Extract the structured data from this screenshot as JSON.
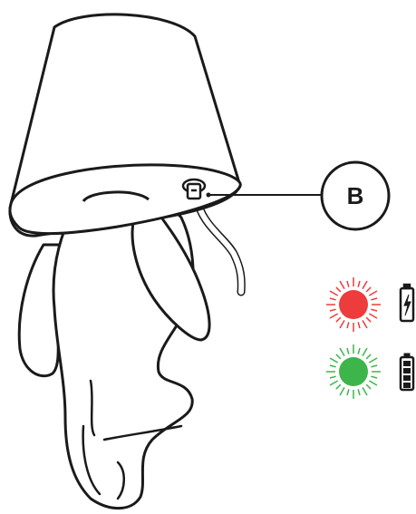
{
  "callout": {
    "label": "B"
  },
  "status_indicators": [
    {
      "state": "charging",
      "led_color": "#ee3b3b",
      "battery_icon": "battery-charging-icon"
    },
    {
      "state": "fully-charged",
      "led_color": "#3db54a",
      "battery_icon": "battery-full-icon"
    }
  ],
  "colors": {
    "line": "#1a1a1a",
    "background": "#ffffff"
  }
}
